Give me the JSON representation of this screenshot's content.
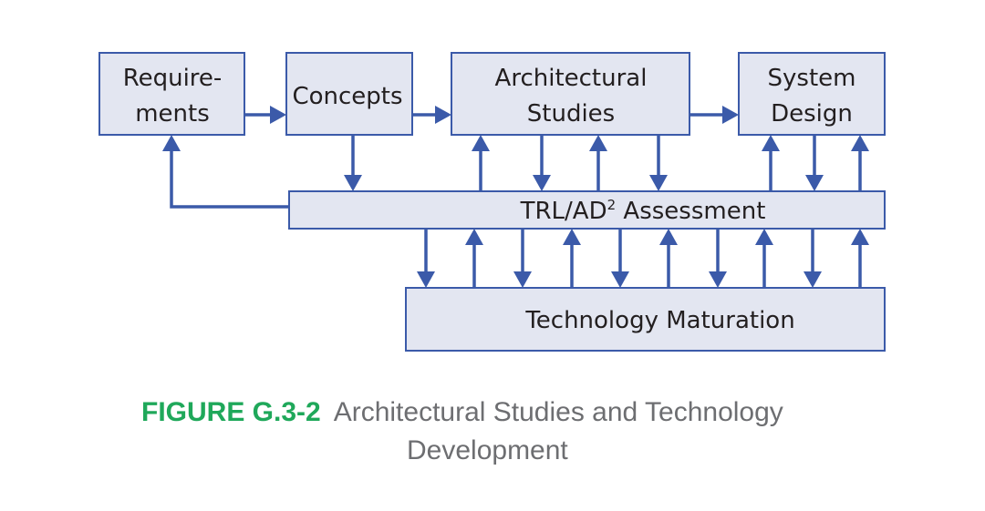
{
  "diagram": {
    "boxes": {
      "requirements": {
        "line1": "Require-",
        "line2": "ments"
      },
      "concepts": {
        "label": "Concepts"
      },
      "architectural_studies": {
        "line1": "Architectural",
        "line2": "Studies"
      },
      "system_design": {
        "line1": "System",
        "line2": "Design"
      },
      "assessment": {
        "label_main": "TRL/AD",
        "label_sup": "2",
        "label_rest": " Assessment"
      },
      "technology_maturation": {
        "label": "Technology Maturation"
      }
    },
    "colors": {
      "box_fill": "#e3e6f1",
      "stroke": "#3b5aa9",
      "figure_label": "#1fa85a",
      "caption": "#6d6e71"
    }
  },
  "caption": {
    "figure_label": "FIGURE G.3-2",
    "line1": "Architectural Studies and Technology",
    "line2": "Development"
  }
}
